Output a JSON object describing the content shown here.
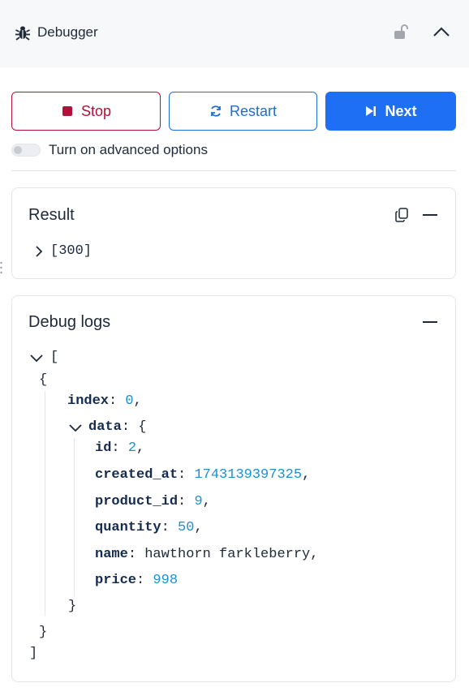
{
  "header": {
    "title": "Debugger"
  },
  "toolbar": {
    "stop_label": "Stop",
    "restart_label": "Restart",
    "next_label": "Next"
  },
  "options": {
    "advanced_label": "Turn on advanced options",
    "advanced_enabled": false
  },
  "result": {
    "title": "Result",
    "value": "[300]"
  },
  "logs": {
    "title": "Debug logs",
    "open_bracket": "[",
    "close_bracket": "]",
    "open_brace": "{",
    "close_brace": "}",
    "entry": {
      "index_key": "index",
      "index_value": "0",
      "data_key": "data",
      "fields": {
        "id": {
          "key": "id",
          "value": "2"
        },
        "created_at": {
          "key": "created_at",
          "value": "1743139397325"
        },
        "product_id": {
          "key": "product_id",
          "value": "9"
        },
        "quantity": {
          "key": "quantity",
          "value": "50"
        },
        "name": {
          "key": "name",
          "value": "hawthorn farkleberry"
        },
        "price": {
          "key": "price",
          "value": "998"
        }
      }
    }
  },
  "colors": {
    "stop": "#b3103a",
    "restart": "#1b6fd4",
    "next": "#1f6ff5",
    "number": "#1a91d1",
    "key": "#152c4f"
  }
}
